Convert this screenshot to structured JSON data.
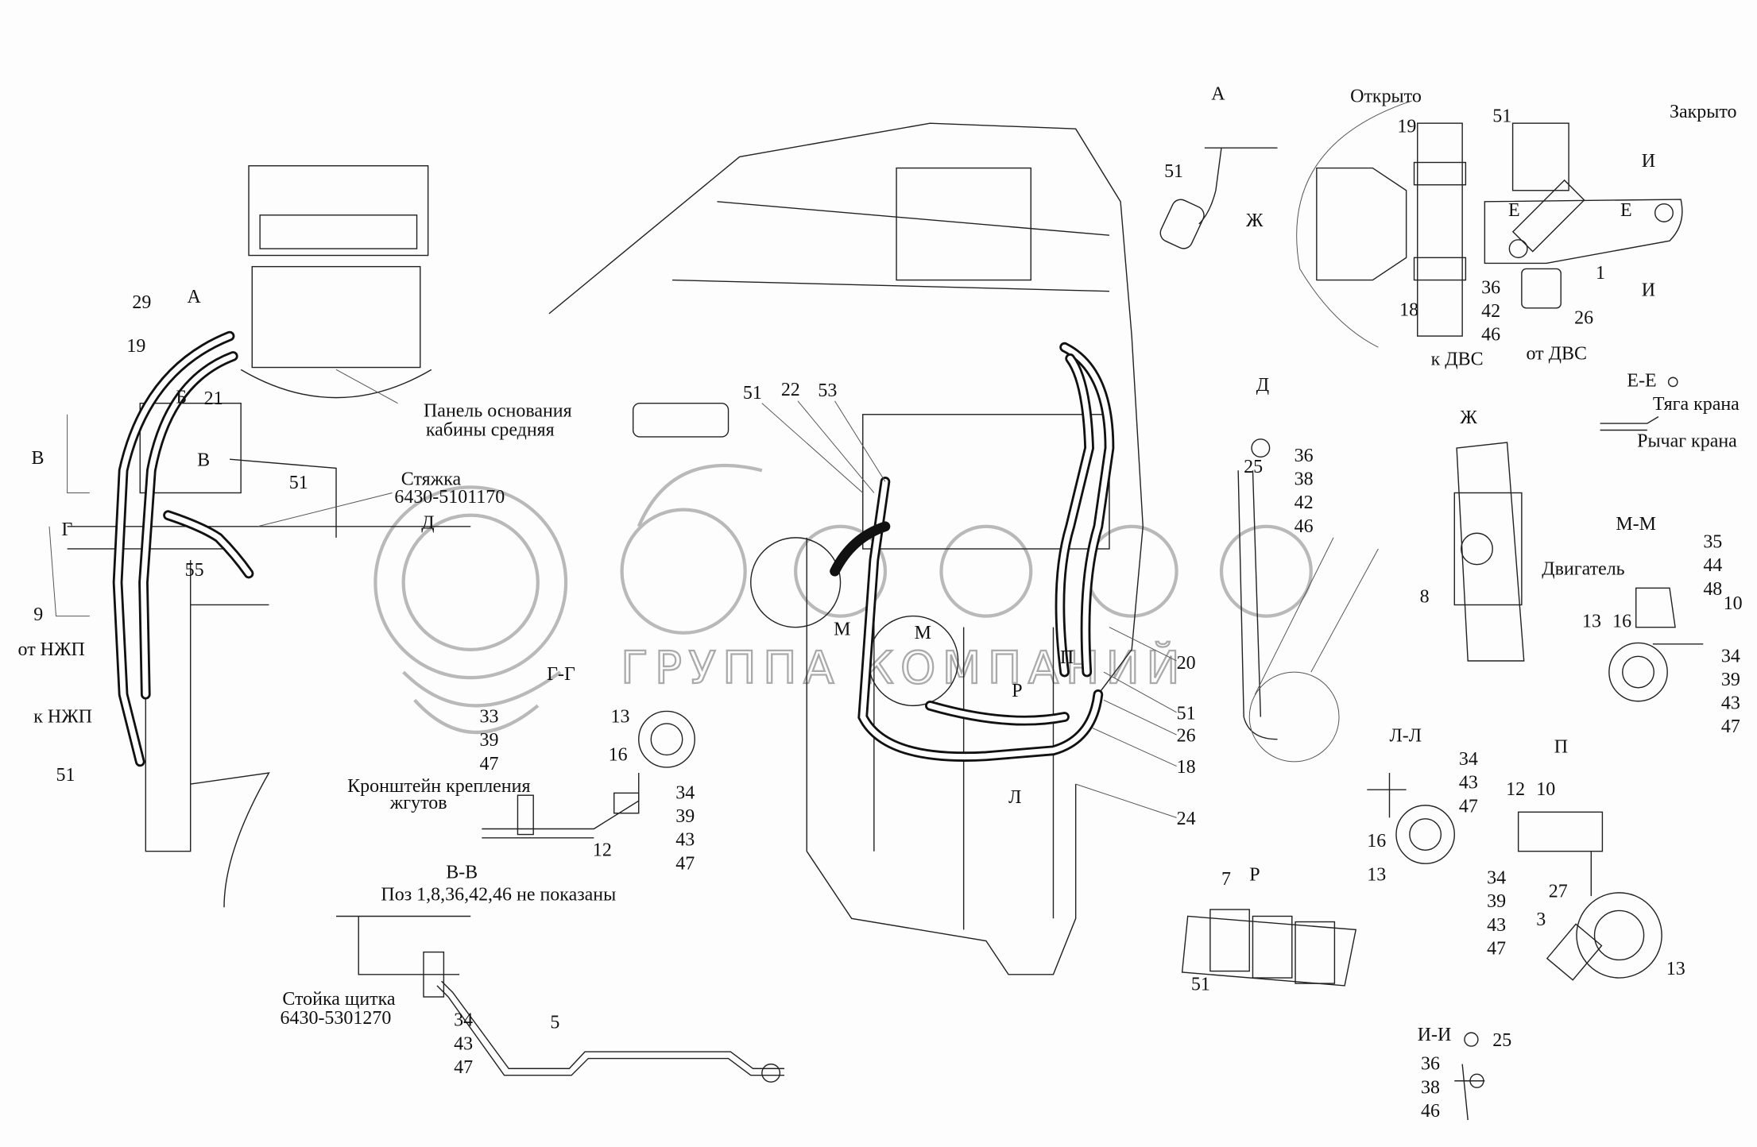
{
  "watermark": {
    "logo_text": "белагро",
    "subtitle": "ГРУППА КОМПАНИЙ",
    "color": "#b9b9b9"
  },
  "labels": [
    "29",
    "А",
    "19",
    "Б",
    "21",
    "В",
    "В",
    "Г",
    "9",
    "от НЖП",
    "к НЖП",
    "51",
    "55",
    "51",
    "Панель основания",
    "кабины средняя",
    "Стяжка",
    "6430-5101170",
    "Д",
    "Г-Г",
    "33",
    "39",
    "47",
    "Кронштейн крепления",
    "жгутов",
    "13",
    "16",
    "34",
    "39",
    "43",
    "47",
    "12",
    "В-В",
    "Поз 1,8,36,42,46 не показаны",
    "Стойка щитка",
    "6430-5301270",
    "34",
    "43",
    "47",
    "5",
    "51",
    "22",
    "53",
    "М",
    "М",
    "Л",
    "20",
    "51",
    "26",
    "18",
    "24",
    "П",
    "Р",
    "А",
    "51",
    "Ж",
    "Открыто",
    "19",
    "51",
    "Закрыто",
    "И",
    "Е",
    "Е",
    "1",
    "И",
    "36",
    "42",
    "46",
    "18",
    "26",
    "к ДВС",
    "от ДВС",
    "Д",
    "25",
    "36",
    "38",
    "42",
    "46",
    "Е-Е",
    "Тяга крана",
    "Рычаг крана",
    "Ж",
    "8",
    "М-М",
    "Двигатель",
    "35",
    "44",
    "48",
    "10",
    "13",
    "16",
    "34",
    "39",
    "43",
    "47",
    "Л-Л",
    "34",
    "43",
    "47",
    "16",
    "13",
    "П",
    "12",
    "10",
    "34",
    "39",
    "43",
    "47",
    "27",
    "3",
    "13",
    "Р",
    "7",
    "51",
    "И-И",
    "25",
    "36",
    "38",
    "46"
  ]
}
